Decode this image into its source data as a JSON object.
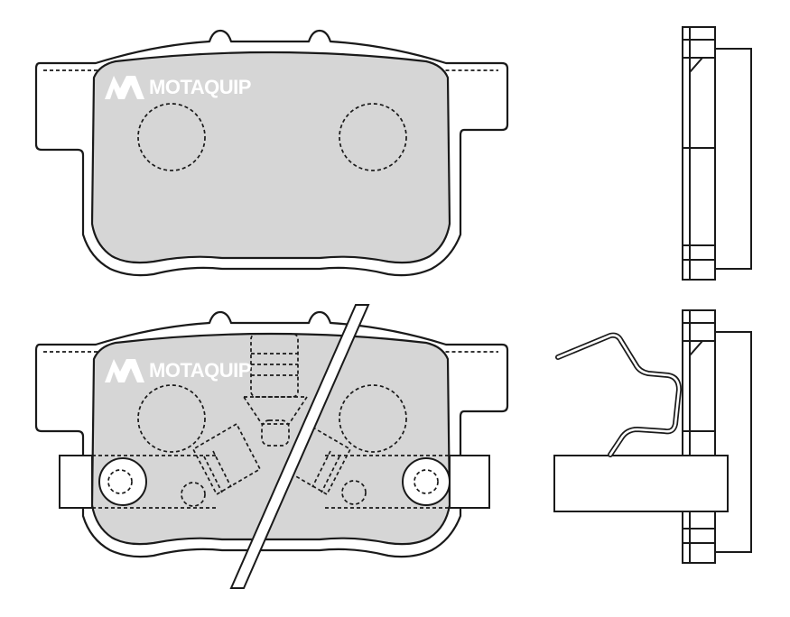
{
  "brand": {
    "name": "MOTAQUIP",
    "logo_icon": "motaquip-peaks-icon"
  },
  "views": [
    {
      "id": "front-pad-top",
      "description_icon": "brake-pad-front-view"
    },
    {
      "id": "side-pad-top",
      "description_icon": "brake-pad-side-view"
    },
    {
      "id": "front-pad-bottom",
      "description_icon": "brake-pad-front-view-with-shims"
    },
    {
      "id": "side-pad-bottom",
      "description_icon": "brake-pad-side-view-with-clip"
    }
  ],
  "colors": {
    "friction_material": "#d6d6d6",
    "outline": "#1a1a1a",
    "background": "#ffffff",
    "logo": "#ffffff"
  }
}
